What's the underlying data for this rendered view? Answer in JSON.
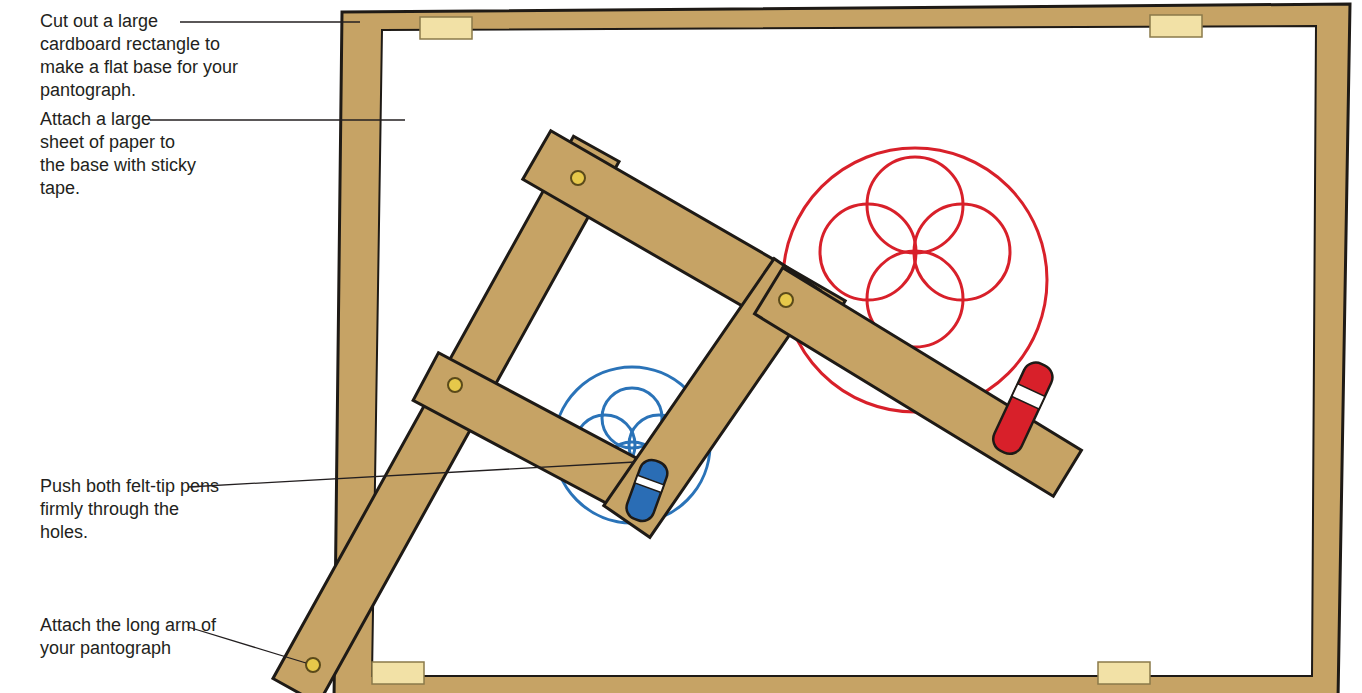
{
  "diagram": {
    "labels": [
      "Cut out a large cardboard rectangle to make a flat base for your pantograph.",
      "Attach a large sheet of paper to the base with sticky tape.",
      "Push both felt-tip pens firmly through the holes.",
      "Attach the long arm of your pantograph"
    ]
  }
}
